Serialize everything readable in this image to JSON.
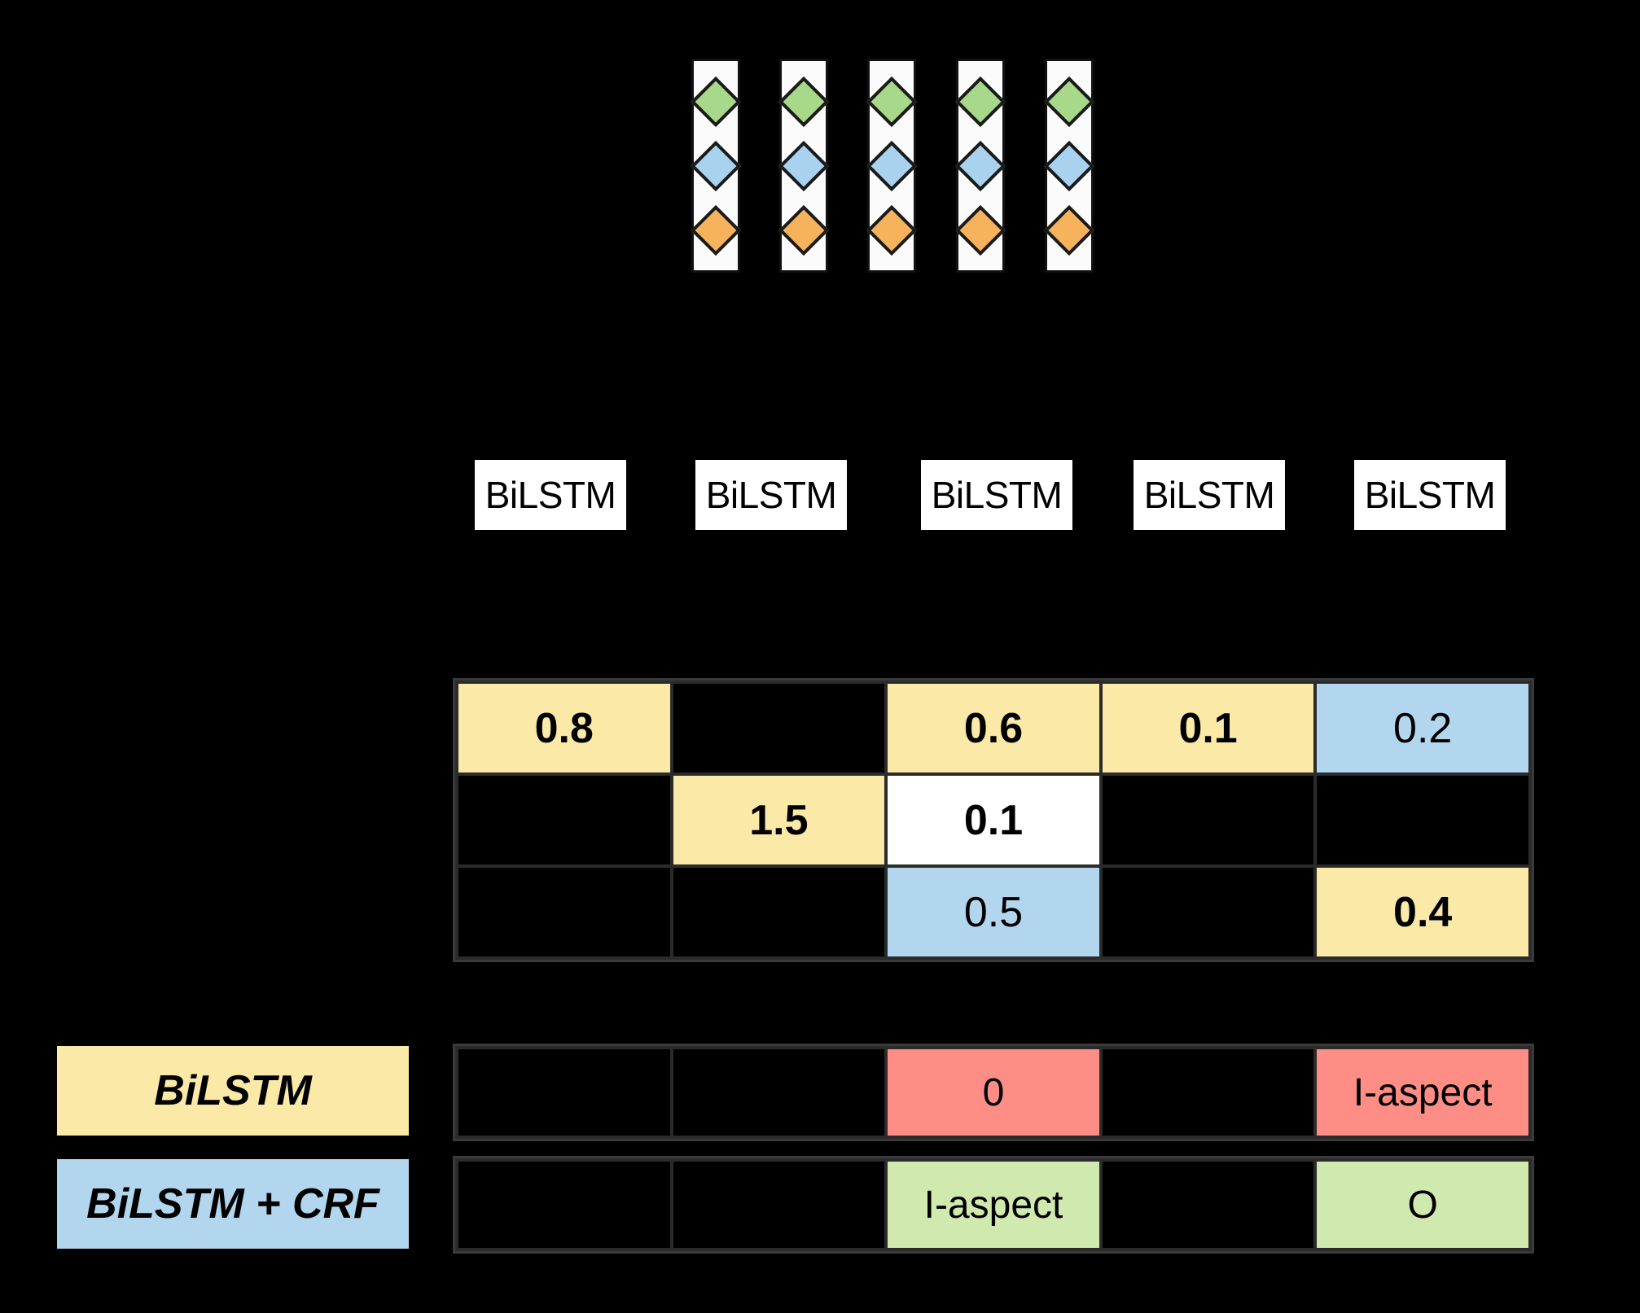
{
  "embeddings": {
    "columns": [
      {
        "id": "col-1",
        "diamonds": [
          "green",
          "blue",
          "orange"
        ]
      },
      {
        "id": "col-2",
        "diamonds": [
          "green",
          "blue",
          "orange"
        ]
      },
      {
        "id": "col-3",
        "diamonds": [
          "green",
          "blue",
          "orange"
        ]
      },
      {
        "id": "col-4",
        "diamonds": [
          "green",
          "blue",
          "orange"
        ]
      },
      {
        "id": "col-5",
        "diamonds": [
          "green",
          "blue",
          "orange"
        ]
      }
    ],
    "diamond_colors": {
      "green": "#a8d98a",
      "blue": "#a9d2ef",
      "orange": "#f7b25c"
    }
  },
  "encoder": {
    "boxes": [
      {
        "label": "BiLSTM"
      },
      {
        "label": "BiLSTM"
      },
      {
        "label": "BiLSTM"
      },
      {
        "label": "BiLSTM"
      },
      {
        "label": "BiLSTM"
      }
    ]
  },
  "scores": {
    "rows": [
      [
        {
          "value": "0.8",
          "fill": "yellow",
          "bold": true
        },
        {
          "value": "",
          "fill": "none",
          "bold": false
        },
        {
          "value": "0.6",
          "fill": "yellow",
          "bold": true
        },
        {
          "value": "0.1",
          "fill": "yellow",
          "bold": true
        },
        {
          "value": "0.2",
          "fill": "blue",
          "bold": false
        }
      ],
      [
        {
          "value": "",
          "fill": "none",
          "bold": false
        },
        {
          "value": "1.5",
          "fill": "yellow",
          "bold": true
        },
        {
          "value": "0.1",
          "fill": "white",
          "bold": true
        },
        {
          "value": "",
          "fill": "none",
          "bold": false
        },
        {
          "value": "",
          "fill": "none",
          "bold": false
        }
      ],
      [
        {
          "value": "",
          "fill": "none",
          "bold": false
        },
        {
          "value": "",
          "fill": "none",
          "bold": false
        },
        {
          "value": "0.5",
          "fill": "blue",
          "bold": false
        },
        {
          "value": "",
          "fill": "none",
          "bold": false
        },
        {
          "value": "0.4",
          "fill": "yellow",
          "bold": true
        }
      ]
    ],
    "fill_colors": {
      "yellow": "#fbe9a7",
      "blue": "#b2d6ee",
      "white": "#ffffff",
      "none": "#000000"
    }
  },
  "predictions": {
    "bilstm_row": [
      {
        "value": "",
        "fill": "none"
      },
      {
        "value": "",
        "fill": "none"
      },
      {
        "value": "0",
        "fill": "red"
      },
      {
        "value": "",
        "fill": "none"
      },
      {
        "value": "I-aspect",
        "fill": "red"
      }
    ],
    "bilstm_crf_row": [
      {
        "value": "",
        "fill": "none"
      },
      {
        "value": "",
        "fill": "none"
      },
      {
        "value": "I-aspect",
        "fill": "green"
      },
      {
        "value": "",
        "fill": "none"
      },
      {
        "value": "O",
        "fill": "green"
      }
    ],
    "fill_colors": {
      "red": "#fd8d85",
      "green": "#cfe9af",
      "none": "#000000"
    }
  },
  "legend": {
    "items": [
      {
        "label": "BiLSTM",
        "color": "#fbe9a7"
      },
      {
        "label": "BiLSTM + CRF",
        "color": "#b2d6ee"
      }
    ]
  }
}
